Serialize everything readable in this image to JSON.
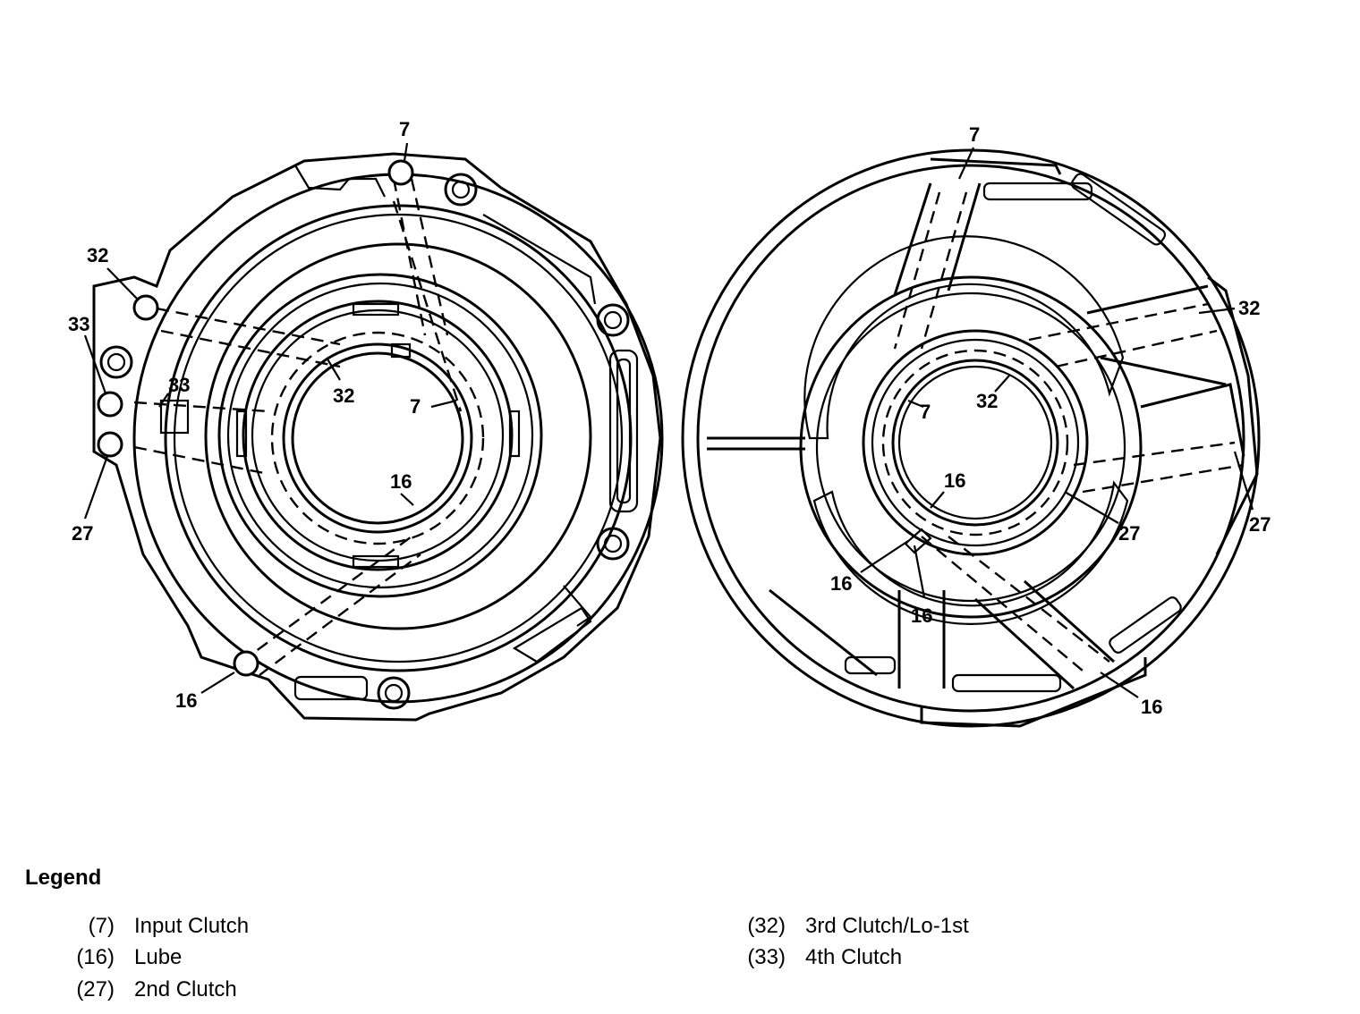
{
  "left_view": {
    "callouts": [
      "7",
      "32",
      "33",
      "33",
      "27",
      "32",
      "7",
      "16",
      "16"
    ]
  },
  "right_view": {
    "callouts": [
      "7",
      "32",
      "27",
      "7",
      "32",
      "16",
      "27",
      "16",
      "16",
      "16"
    ]
  },
  "legend": {
    "title": "Legend",
    "items": [
      {
        "num": "(7)",
        "label": "Input Clutch"
      },
      {
        "num": "(16)",
        "label": "Lube"
      },
      {
        "num": "(27)",
        "label": "2nd Clutch"
      },
      {
        "num": "(32)",
        "label": "3rd Clutch/Lo-1st"
      },
      {
        "num": "(33)",
        "label": "4th Clutch"
      }
    ]
  }
}
